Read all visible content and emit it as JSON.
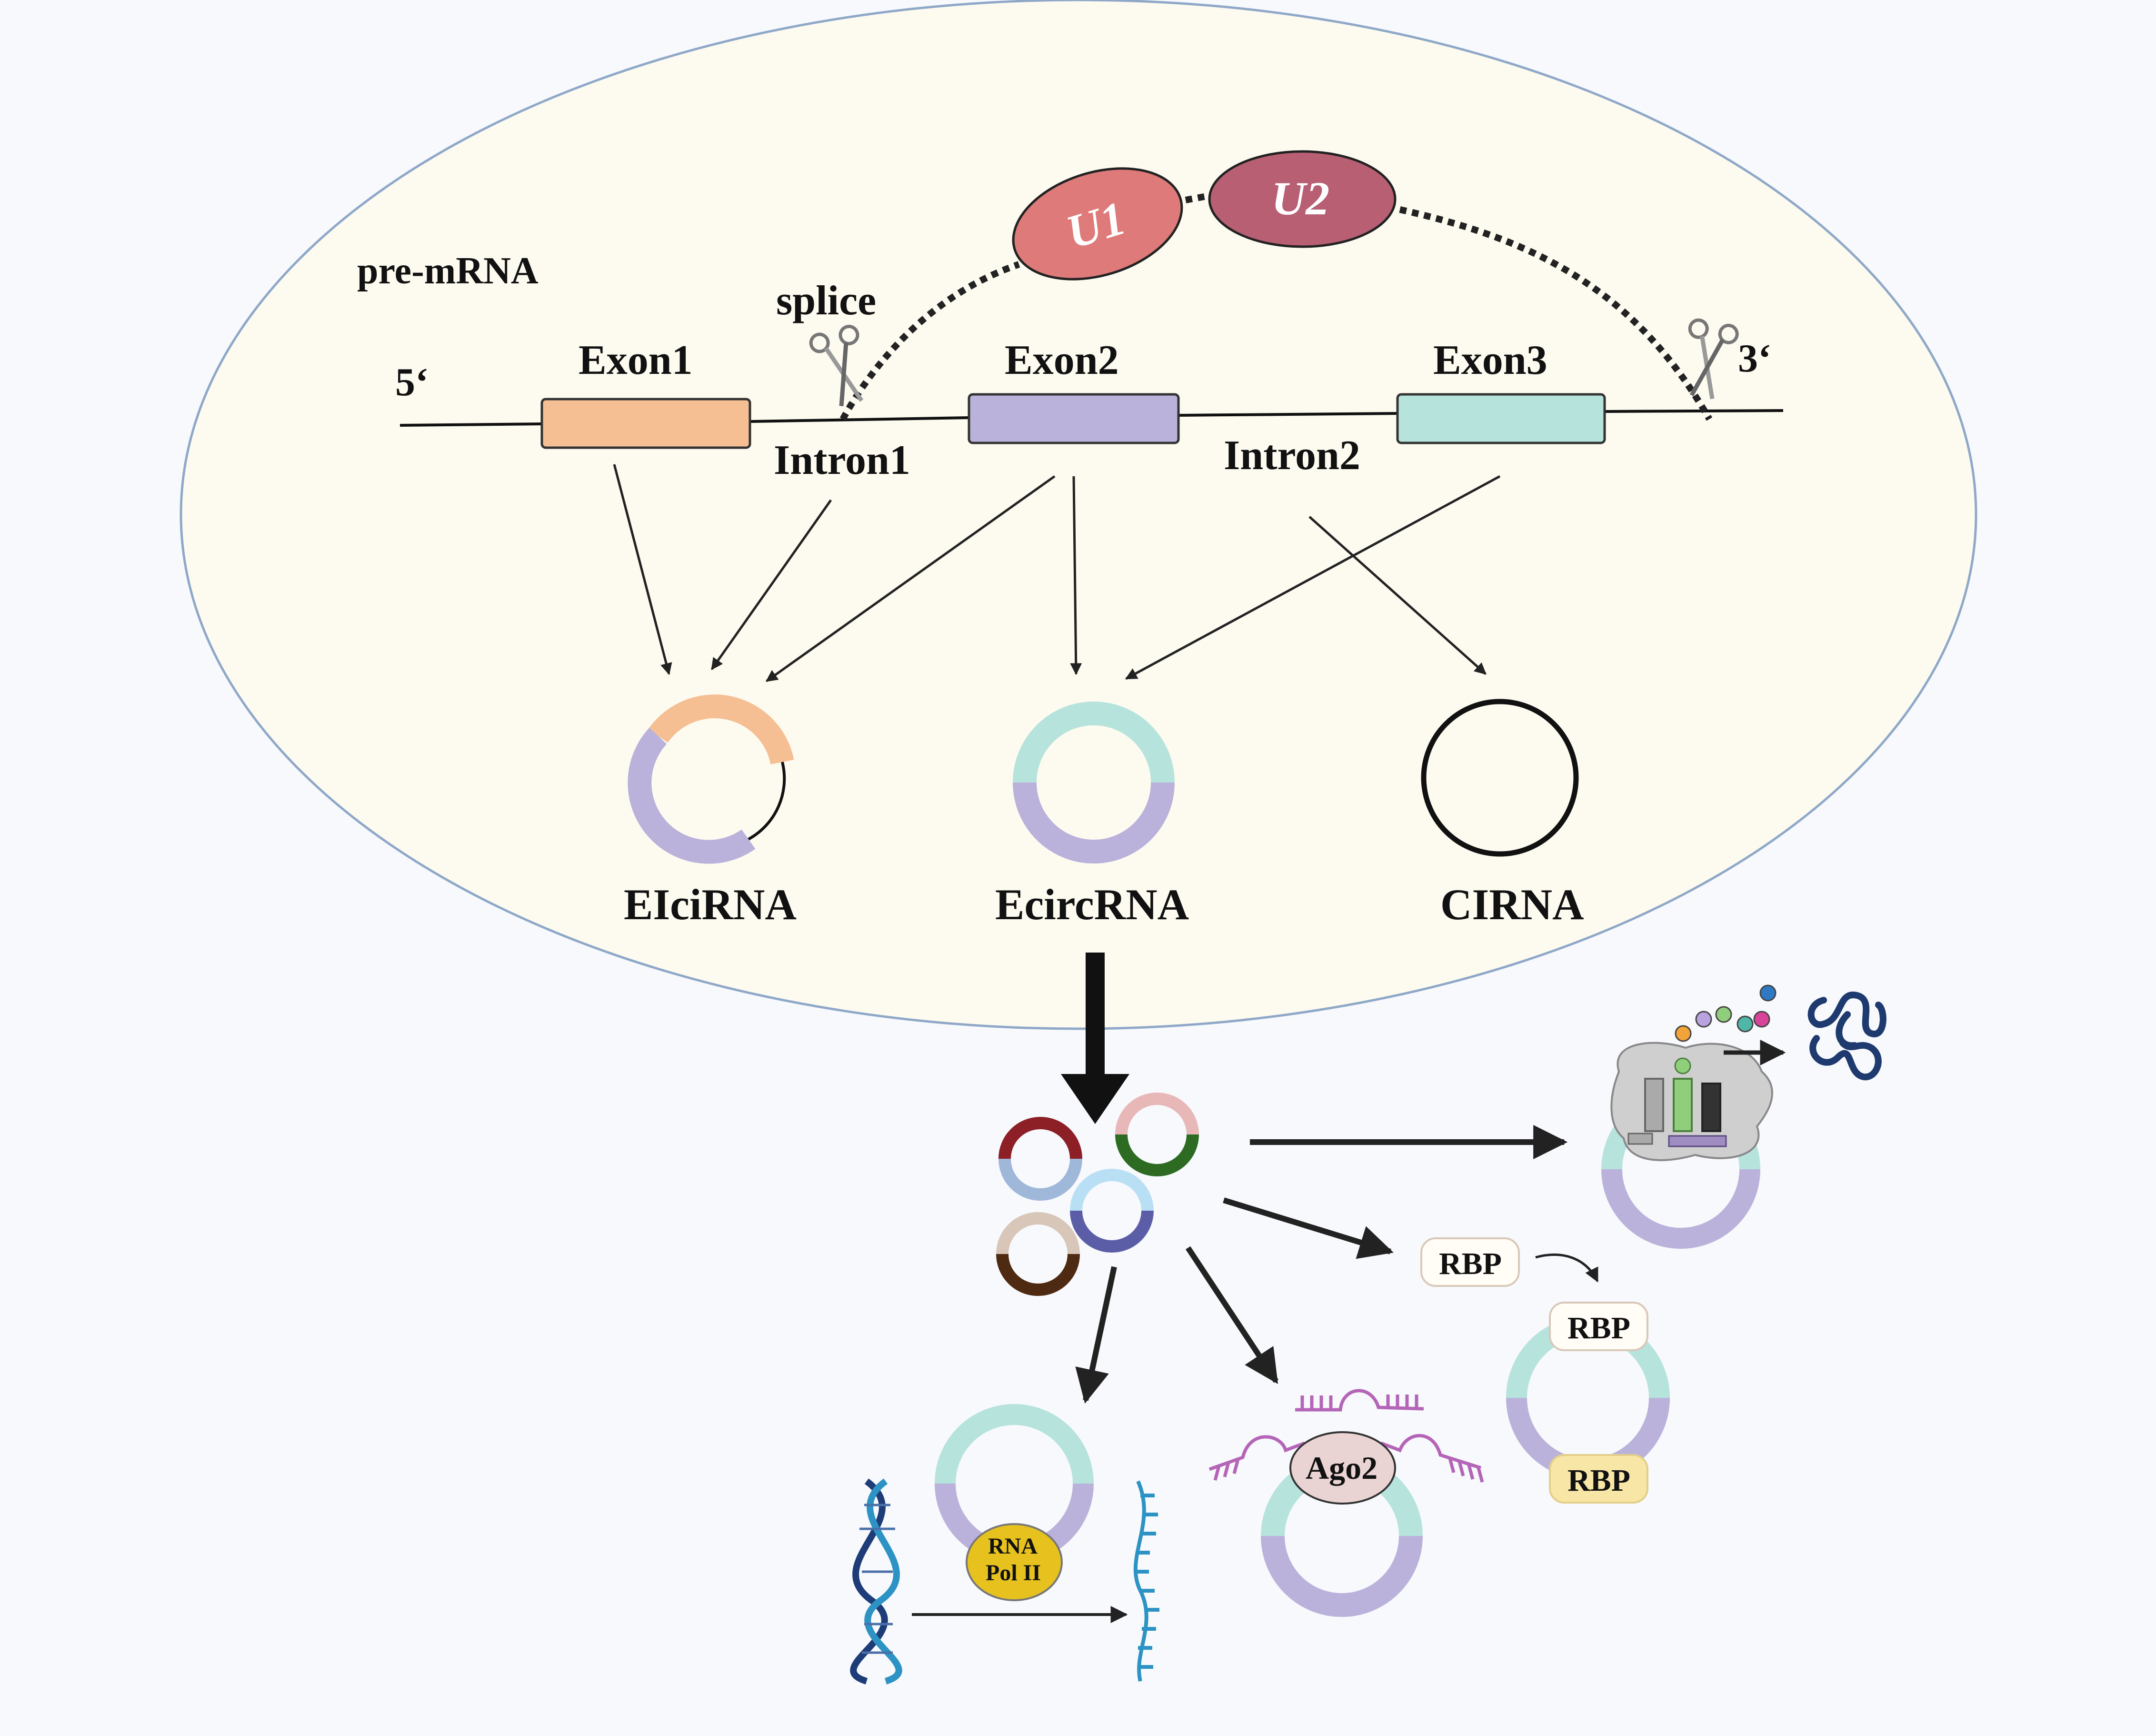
{
  "labels": {
    "pre_mrna": "pre-mRNA",
    "five_prime": "5‘",
    "three_prime": "3‘",
    "splice": "splice",
    "exon1": "Exon1",
    "exon2": "Exon2",
    "exon3": "Exon3",
    "intron1": "Intron1",
    "intron2": "Intron2",
    "u1": "U1",
    "u2": "U2",
    "eicirna": "EIciRNA",
    "ecircrna": "EcircRNA",
    "cirna": "CIRNA",
    "rbp_free": "RBP",
    "rbp_top": "RBP",
    "rbp_bottom": "RBP",
    "ago2": "Ago2",
    "rna_pol_line1": "RNA",
    "rna_pol_line2": "Pol II"
  },
  "colors": {
    "nucleus_fill": "#fdfbf0",
    "nucleus_stroke": "#8fa8c8",
    "exon1": "#f6bf93",
    "exon2": "#bab2da",
    "exon3": "#b7e3dd",
    "u1": "#de7a7a",
    "u2": "#b85f74",
    "arrow": "#222222",
    "ago2_fill": "#ead3d3",
    "rbp_bottom_fill": "#f8e6a6",
    "rna_pol_fill": "#e7c21e",
    "mirna": "#b565b7",
    "dna_dark": "#1d3c78",
    "dna_light": "#2d93c4"
  },
  "icons": [
    "scissors-icon",
    "ribosome-icon",
    "peptide-chain-icon",
    "protein-blob-icon",
    "dna-helix-icon",
    "mrna-strand-icon",
    "mirna-icon"
  ]
}
